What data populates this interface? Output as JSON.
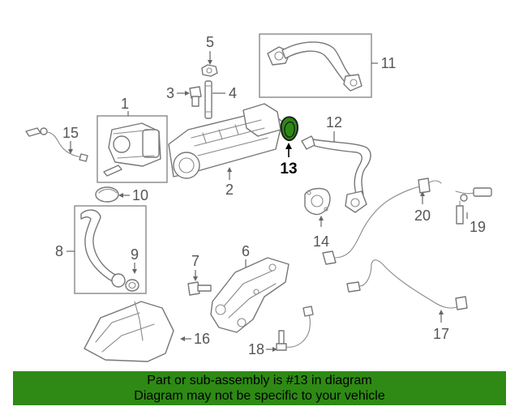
{
  "diagram": {
    "callouts": {
      "c1": "1",
      "c2": "2",
      "c3": "3",
      "c4": "4",
      "c5": "5",
      "c6": "6",
      "c7": "7",
      "c8": "8",
      "c9": "9",
      "c10": "10",
      "c11": "11",
      "c12": "12",
      "c13": "13",
      "c14": "14",
      "c15": "15",
      "c16": "16",
      "c17": "17",
      "c18": "18",
      "c19": "19",
      "c20": "20"
    },
    "highlighted_part": "13",
    "highlight_color": "#2e8a14"
  },
  "banner": {
    "line1": "Part or sub-assembly is #13 in diagram",
    "line2": "Diagram may not be specific to your vehicle",
    "background": "#2e8a14"
  }
}
